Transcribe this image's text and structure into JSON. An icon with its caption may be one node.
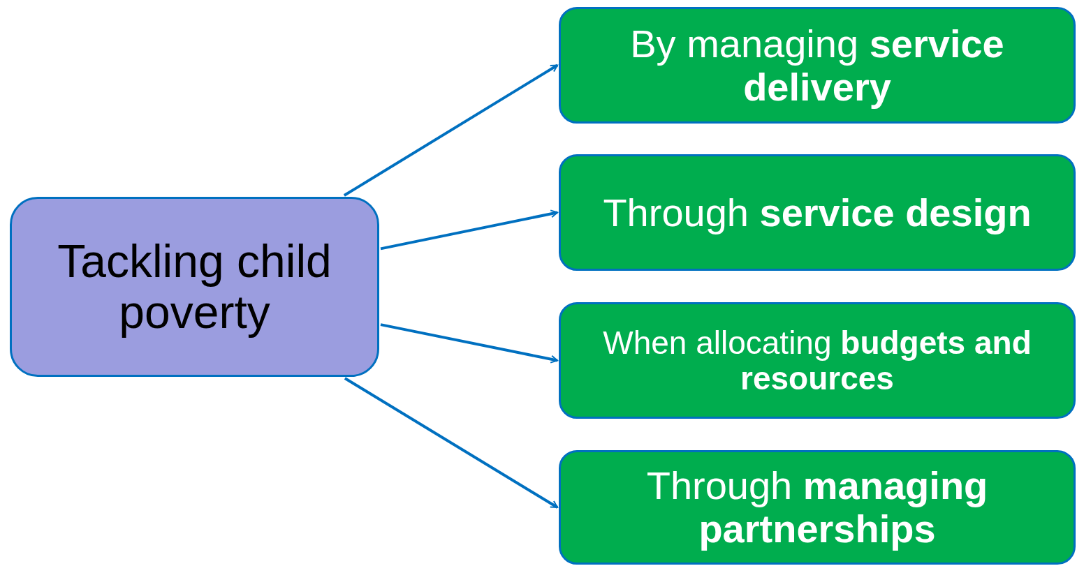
{
  "diagram": {
    "nodes": [
      {
        "text": [
          "Tackling child poverty"
        ]
      },
      {
        "text": [
          "By managing **service delivery**"
        ]
      },
      {
        "text": [
          "Through **service design**"
        ]
      },
      {
        "text": [
          "When allocating **budgets and resources**"
        ]
      },
      {
        "text": [
          "Through **managing partnerships**"
        ]
      }
    ],
    "edges": [
      {
        "from": 0,
        "to": 1,
        "arrow": "to"
      },
      {
        "from": 0,
        "to": 2,
        "arrow": "to"
      },
      {
        "from": 0,
        "to": 3,
        "arrow": "to"
      },
      {
        "from": 0,
        "to": 4,
        "arrow": "to"
      }
    ]
  }
}
